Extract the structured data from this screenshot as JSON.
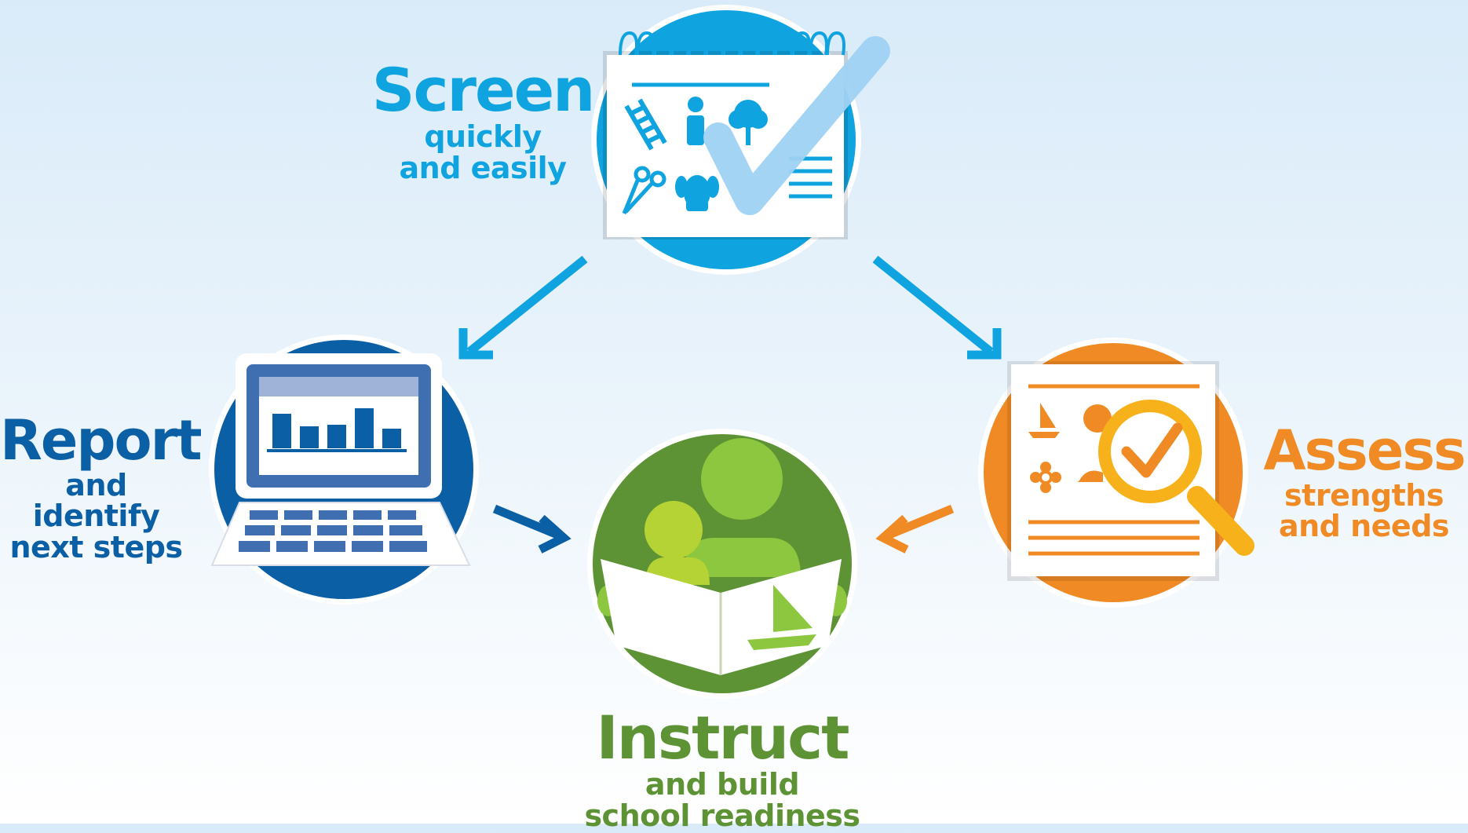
{
  "colors": {
    "screen": "#0fa3e0",
    "report": "#0b5fa5",
    "assess": "#f08a24",
    "instruct": "#5d9334",
    "magnifier": "#f7b21b"
  },
  "steps": {
    "screen": {
      "title": "Screen",
      "line1": "quickly",
      "line2": "and easily"
    },
    "report": {
      "title": "Report",
      "line1": "and identify",
      "line2": "next steps"
    },
    "assess": {
      "title": "Assess",
      "line1": "strengths",
      "line2": "and needs"
    },
    "instruct": {
      "title": "Instruct",
      "line1": "and build",
      "line2": "school readiness"
    }
  },
  "icons": {
    "screen": "checklist-notepad-icon",
    "report": "laptop-bar-chart-icon",
    "assess": "document-magnifier-icon",
    "instruct": "reading-together-icon"
  }
}
